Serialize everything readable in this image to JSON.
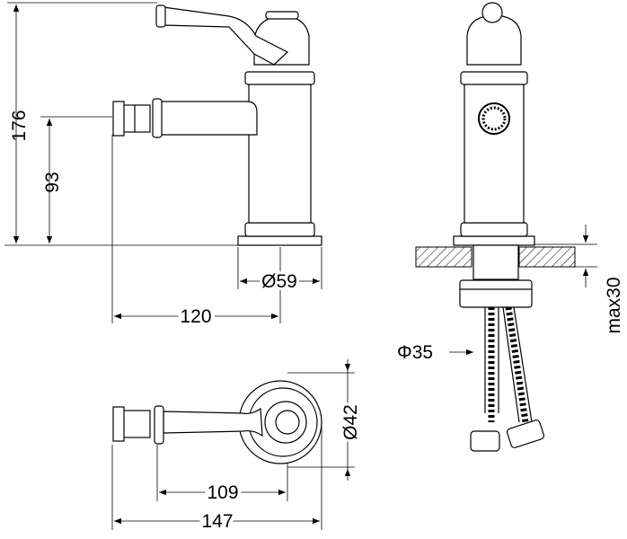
{
  "drawing": {
    "dimensions": {
      "total_height": "176",
      "spout_height": "93",
      "base_diameter": "Ø59",
      "spout_reach": "120",
      "hole_diameter": "Φ35",
      "max_counter_thickness": "max30",
      "top_diameter": "Ø42",
      "handle_length": "109",
      "total_length": "147"
    }
  }
}
